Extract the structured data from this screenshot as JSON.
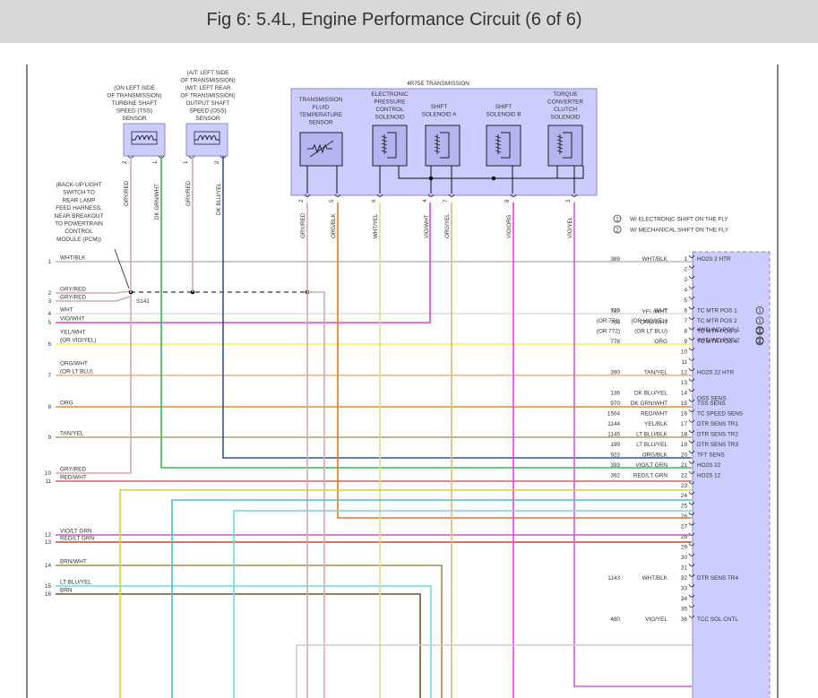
{
  "title": "Fig 6: 5.4L, Engine Performance Circuit (6 of 6)",
  "colors": {
    "wht_blk": "#bbbbbb",
    "gry_red": "#d9a8a8",
    "wht": "#dddddd",
    "vio_wht": "#e43ce4",
    "yel_wht": "#eeee55",
    "org_wht": "#f5b070",
    "org": "#ee8822",
    "tan_yel": "#aea060",
    "dk_grn_wht": "#33bb55",
    "dk_blu_yel": "#335599",
    "red_wht": "#cc6666",
    "yel_blk": "#d2d244",
    "lt_blu_blk": "#44c4c4",
    "lt_blu_yel": "#66dddd",
    "org_blk": "#dd7722",
    "vio_lt_grn": "#cc55cc",
    "red_lt_grn": "#aa5533",
    "brn_wht": "#aa8844",
    "brn": "#775522",
    "vio_org": "#dd44dd",
    "vio_yel": "#e055e0",
    "module_fill": "#ccccff",
    "module_border": "#8888cc",
    "frame": "#333333"
  },
  "sensors": {
    "tss": {
      "note": "(ON LEFT SIDE\nOF TRANSMISSION)",
      "name": "TURBINE SHAFT\nSPEED (TSS)\nSENSOR",
      "pin_a": "2",
      "pin_b": "1",
      "wire_a": "GRY/RED",
      "wire_b": "DK GRN/WHT"
    },
    "oss": {
      "note": "(A/T: LEFT SIDE\nOF TRANSMISSION)\n(M/T: LEFT REAR\nOF TRANSMISSION)",
      "name": "OUTPUT SHAFT\nSPEED (OSS)\nSENSOR",
      "pin_a": "1",
      "pin_b": "2",
      "wire_a": "GRY/RED",
      "wire_b": "DK BLU/YEL"
    }
  },
  "transmission": {
    "title": "4R75E TRANSMISSION",
    "components": [
      {
        "name": "TRANSMISSION\nFLUID\nTEMPERATURE\nSENSOR"
      },
      {
        "name": "ELECTRONIC\nPRESSURE\nCONTROL\nSOLENOID"
      },
      {
        "name": "SHIFT\nSOLENOID A"
      },
      {
        "name": "SHIFT\nSOLENOID B"
      },
      {
        "name": "TORQUE\nCONVERTER\nCLUTCH\nSOLENOID"
      }
    ],
    "pins": [
      {
        "pin": "2",
        "wire": "GRY/RED"
      },
      {
        "pin": "5",
        "wire": "ORG/BLK"
      },
      {
        "pin": "6",
        "wire": "WHT/YEL"
      },
      {
        "pin": "4",
        "wire": "VIO/WHT"
      },
      {
        "pin": "7",
        "wire": "ORG/YEL"
      },
      {
        "pin": "8",
        "wire": "VIO/ORG"
      },
      {
        "pin": "3",
        "wire": "VIO/YEL"
      }
    ]
  },
  "backup_note": "(BACK-UP LIGHT\nSWITCH TO\nREAR LAMP\nFEED HARNESS,\nNEAR BREAKOUT\nTO POWERTRAIN\nCONTROL\nMODULE (PCM))",
  "splice_label": "S141",
  "legend": [
    {
      "num": "1",
      "text": "W/ ELECTRONIC SHIFT ON THE FLY"
    },
    {
      "num": "2",
      "text": "W/ MECHANICAL SHIFT ON THE FLY"
    }
  ],
  "left_wires": [
    {
      "num": "1",
      "label": "WHT/BLK"
    },
    {
      "num": "2",
      "label": "GRY/RED"
    },
    {
      "num": "3",
      "label": "GRY/RED"
    },
    {
      "num": "4",
      "label": "WHT"
    },
    {
      "num": "5",
      "label": "VIO/WHT"
    },
    {
      "num": "6",
      "label": "YEL/WHT\n(OR VIO/YEL)"
    },
    {
      "num": "7",
      "label": "ORG/WHT\n(OR LT BLU)"
    },
    {
      "num": "8",
      "label": "ORG"
    },
    {
      "num": "9",
      "label": "TAN/YEL"
    },
    {
      "num": "10",
      "label": "GRY/RED"
    },
    {
      "num": "11",
      "label": "RED/WHT"
    },
    {
      "num": "12",
      "label": "VIO/LT GRN"
    },
    {
      "num": "13",
      "label": "RED/LT GRN"
    },
    {
      "num": "14",
      "label": "BRN/WHT"
    },
    {
      "num": "15",
      "label": "LT BLU/YEL"
    },
    {
      "num": "16",
      "label": "BRN"
    }
  ],
  "pcm_pins": [
    {
      "pin": "1",
      "circuit": "389",
      "wire": "WHT/BLK",
      "function": "HO2S 2 HTR",
      "note": ""
    },
    {
      "pin": "2",
      "circuit": "",
      "wire": "",
      "function": "",
      "note": ""
    },
    {
      "pin": "3",
      "circuit": "",
      "wire": "",
      "function": "",
      "note": ""
    },
    {
      "pin": "4",
      "circuit": "",
      "wire": "",
      "function": "",
      "note": ""
    },
    {
      "pin": "5",
      "circuit": "",
      "wire": "",
      "function": "",
      "note": ""
    },
    {
      "pin": "6",
      "circuit": "770",
      "wire": "WHT",
      "function": "TC MTR POS 1",
      "note": "1"
    },
    {
      "pin": "7",
      "circuit": "762\n(OR 771)",
      "wire": "YEL/WHT\n(OR VIO/YEL)",
      "function": "TC MTR POS 2\n4WD IND POS 1",
      "note": "1\n2"
    },
    {
      "pin": "8",
      "circuit": "763\n(OR 772)",
      "wire": "ORG/WHT\n(OR LT BLU)",
      "function": "TC MTR POS 3\n4WD IND POS 2",
      "note": "1\n2"
    },
    {
      "pin": "9",
      "circuit": "778",
      "wire": "ORG",
      "function": "TC MTR POS 4",
      "note": "1"
    },
    {
      "pin": "10",
      "circuit": "",
      "wire": "",
      "function": "",
      "note": ""
    },
    {
      "pin": "11",
      "circuit": "",
      "wire": "",
      "function": "",
      "note": ""
    },
    {
      "pin": "12",
      "circuit": "390",
      "wire": "TAN/YEL",
      "function": "HO2S 22 HTR",
      "note": ""
    },
    {
      "pin": "13",
      "circuit": "",
      "wire": "",
      "function": "",
      "note": ""
    },
    {
      "pin": "14",
      "circuit": "136",
      "wire": "DK BLU/YEL",
      "function": "",
      "note": ""
    },
    {
      "pin": "15",
      "circuit": "970",
      "wire": "DK GRN/WHT",
      "function": "TSS SENS",
      "note": ""
    },
    {
      "pin": "16",
      "circuit": "1504",
      "wire": "RED/WHT",
      "function": "TC SPEED SENS",
      "note": ""
    },
    {
      "pin": "17",
      "circuit": "1144",
      "wire": "YEL/BLK",
      "function": "DTR SENS TR1",
      "note": ""
    },
    {
      "pin": "18",
      "circuit": "1145",
      "wire": "LT BLU/BLK",
      "function": "DTR SENS TR2",
      "note": ""
    },
    {
      "pin": "19",
      "circuit": "199",
      "wire": "LT BLU/YEL",
      "function": "DTR SENS TR3",
      "note": ""
    },
    {
      "pin": "20",
      "circuit": "923",
      "wire": "ORG/BLK",
      "function": "TFT SENS",
      "note": ""
    },
    {
      "pin": "21",
      "circuit": "393",
      "wire": "VIO/LT GRN",
      "function": "HO2S 22",
      "note": ""
    },
    {
      "pin": "22",
      "circuit": "392",
      "wire": "RED/LT GRN",
      "function": "HO2S 12",
      "note": ""
    },
    {
      "pin": "23",
      "circuit": "",
      "wire": "",
      "function": "",
      "note": ""
    },
    {
      "pin": "24",
      "circuit": "",
      "wire": "",
      "function": "",
      "note": ""
    },
    {
      "pin": "25",
      "circuit": "",
      "wire": "",
      "function": "",
      "note": ""
    },
    {
      "pin": "26",
      "circuit": "",
      "wire": "",
      "function": "",
      "note": ""
    },
    {
      "pin": "27",
      "circuit": "",
      "wire": "",
      "function": "",
      "note": ""
    },
    {
      "pin": "28",
      "circuit": "",
      "wire": "",
      "function": "",
      "note": ""
    },
    {
      "pin": "29",
      "circuit": "",
      "wire": "",
      "function": "",
      "note": ""
    },
    {
      "pin": "30",
      "circuit": "",
      "wire": "",
      "function": "",
      "note": ""
    },
    {
      "pin": "31",
      "circuit": "",
      "wire": "",
      "function": "",
      "note": ""
    },
    {
      "pin": "32",
      "circuit": "1143",
      "wire": "WHT/BLK",
      "function": "DTR SENS TR4",
      "note": ""
    },
    {
      "pin": "33",
      "circuit": "",
      "wire": "",
      "function": "",
      "note": ""
    },
    {
      "pin": "34",
      "circuit": "",
      "wire": "",
      "function": "",
      "note": ""
    },
    {
      "pin": "35",
      "circuit": "",
      "wire": "",
      "function": "",
      "note": ""
    },
    {
      "pin": "36",
      "circuit": "480",
      "wire": "VIO/YEL",
      "function": "TCC SOL CNTL",
      "note": ""
    }
  ],
  "pcm_extra_functions": [
    {
      "text": "OSS SENS"
    }
  ]
}
